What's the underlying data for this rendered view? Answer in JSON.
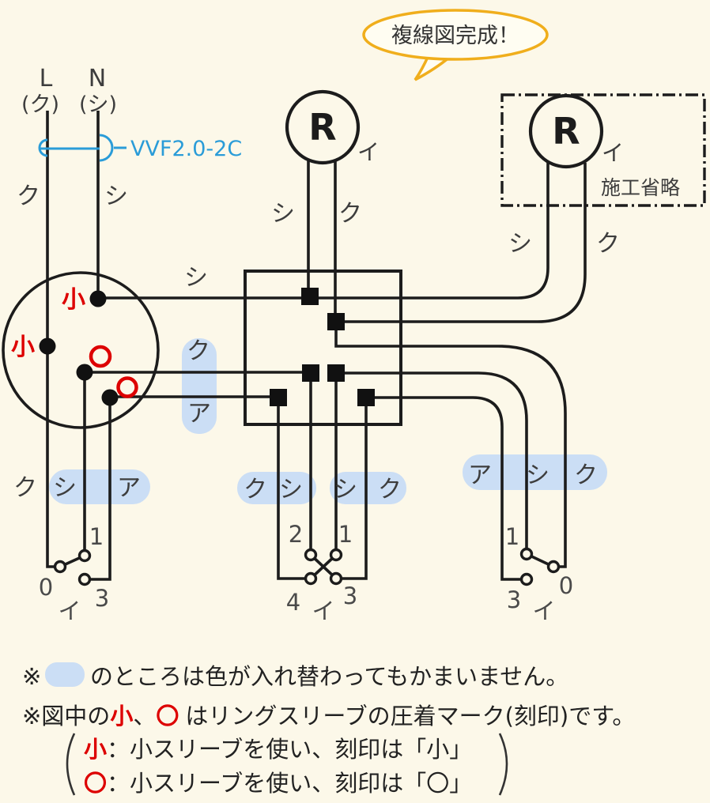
{
  "bubble": {
    "text": "複線図完成！"
  },
  "power": {
    "l": "L",
    "n": "N",
    "l_paren": "(ク)",
    "n_paren": "(シ)",
    "cable_label": "VVF2.0-2C",
    "l_wire": "ク",
    "n_wire": "シ"
  },
  "lamp_left": {
    "symbol": "R",
    "circuit": "イ",
    "wire_shi": "シ",
    "wire_ku": "ク"
  },
  "lamp_right": {
    "symbol": "R",
    "circuit": "イ",
    "wire_shi": "シ",
    "wire_ku": "ク",
    "omitted": "施工省略"
  },
  "joint_circle": {
    "mark_small_n": "小",
    "mark_small_l": "小",
    "line_shi": "シ",
    "line_ku": "ク",
    "line_a": "ア"
  },
  "switch_left": {
    "wire_ku": "ク",
    "wire_shi": "シ",
    "wire_a": "ア",
    "n1": "1",
    "n0": "0",
    "n3": "3",
    "circuit": "イ"
  },
  "switch_mid": {
    "wire_ku_l": "ク",
    "wire_shi_l": "シ",
    "wire_shi_r": "シ",
    "wire_ku_r": "ク",
    "n2": "2",
    "n1": "1",
    "n4": "4",
    "n3": "3",
    "circuit": "イ"
  },
  "switch_right": {
    "wire_a": "ア",
    "wire_shi": "シ",
    "wire_ku": "ク",
    "n1": "1",
    "n3": "3",
    "n0": "0",
    "circuit": "イ"
  },
  "notes": {
    "n1_prefix": "※",
    "n1_text": "のところは色が入れ替わってもかまいません。",
    "n2_parts": [
      "※図中の",
      "小",
      "、",
      "〇",
      "はリングスリーブの圧着マーク(刻印)です。"
    ],
    "n3_mark": "小",
    "n3_text": "：小スリーブを使い、刻印は「小」",
    "n4_mark": "〇",
    "n4_text": "：小スリーブを使い、刻印は「〇」"
  },
  "colors": {
    "background": "#fcf8e9",
    "line": "#1c1c1c",
    "crimp_red": "#dd0000",
    "highlight_blue": "#cbdef5",
    "cable_blue": "#2a9cd8",
    "bubble_border": "#f0ae1c",
    "bubble_fill": "#fffdf2"
  }
}
